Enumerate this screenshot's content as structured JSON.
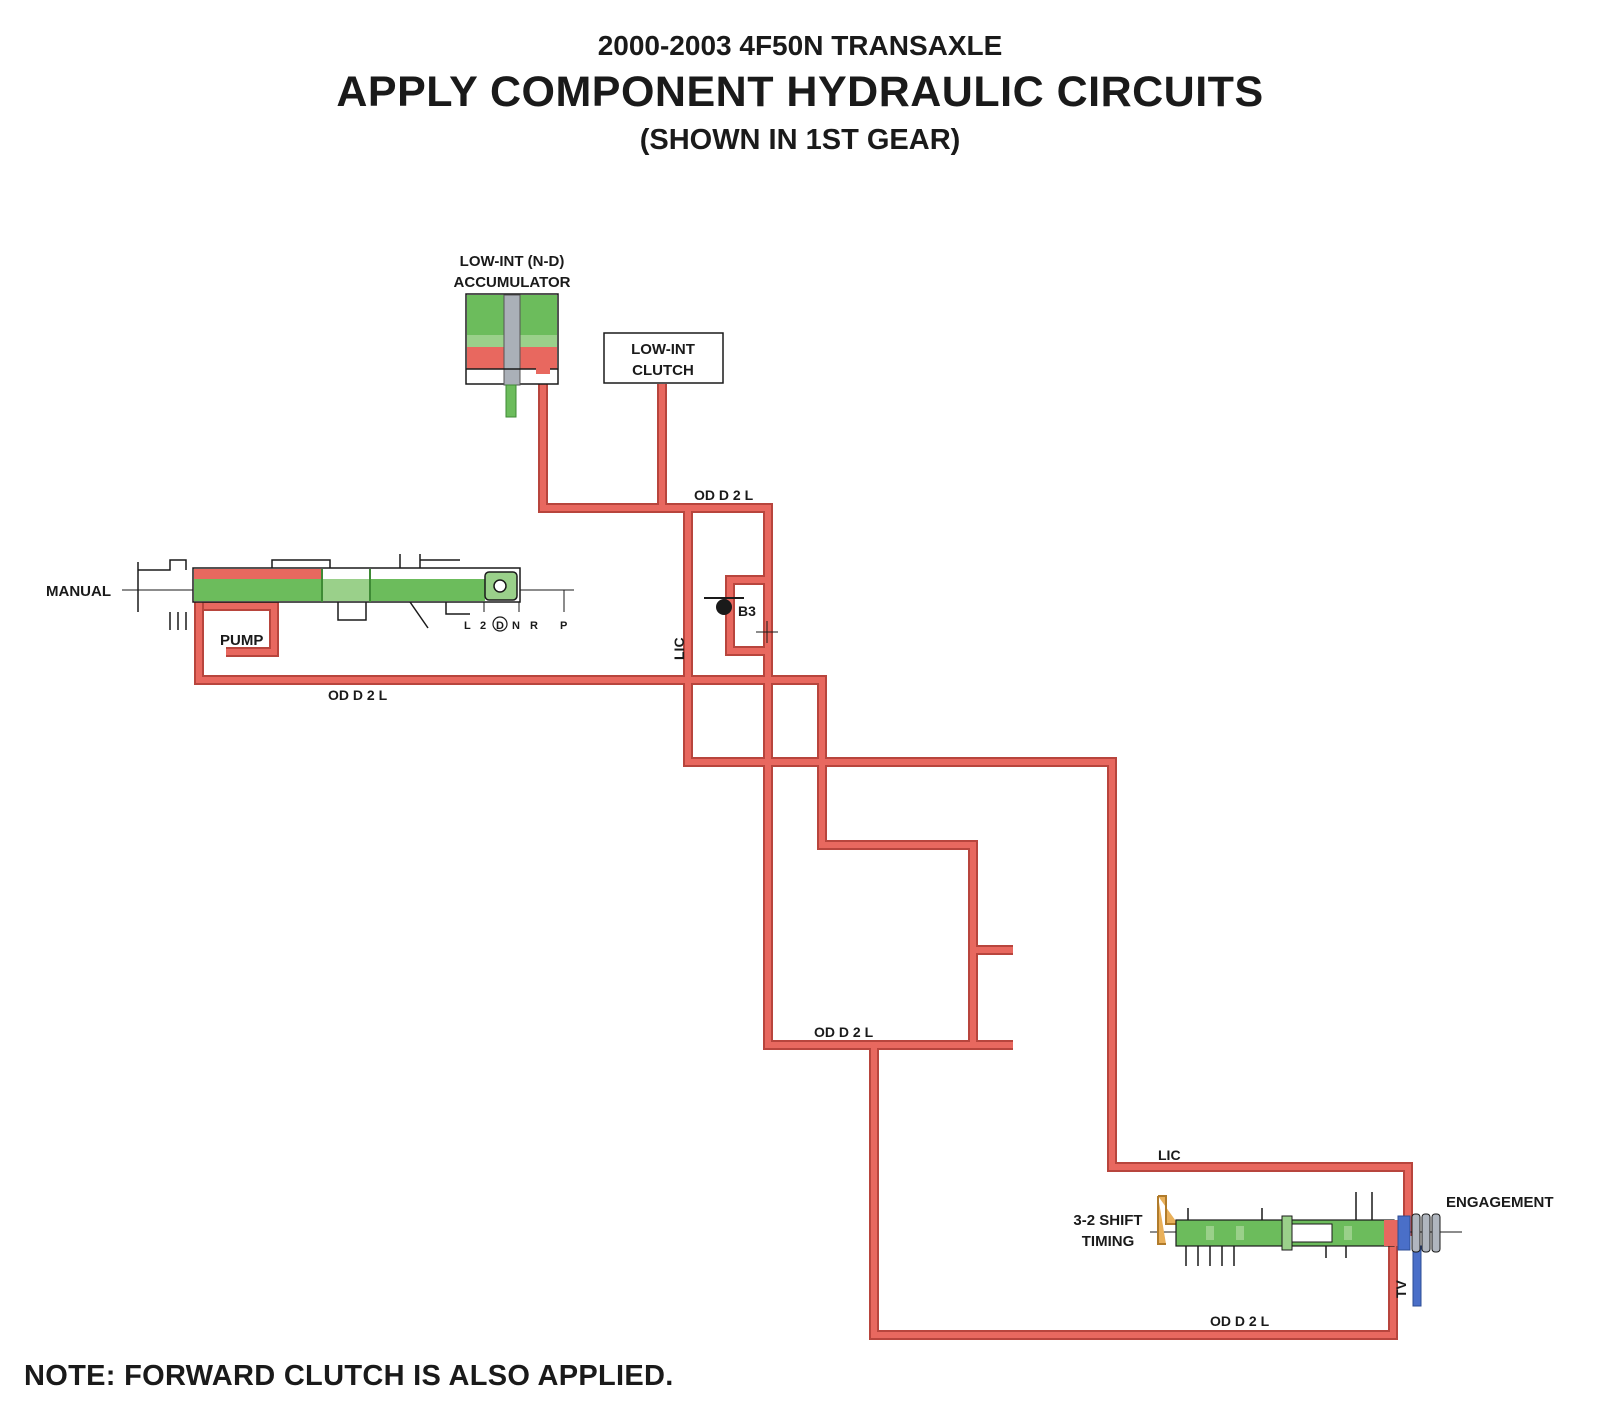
{
  "header": {
    "subtitle": "2000-2003 4F50N TRANSAXLE",
    "title": "APPLY COMPONENT HYDRAULIC CIRCUITS",
    "note": "(SHOWN IN 1ST GEAR)"
  },
  "components": {
    "accumulator_line1": "LOW-INT (N-D)",
    "accumulator_line2": "ACCUMULATOR",
    "clutch_line1": "LOW-INT",
    "clutch_line2": "CLUTCH",
    "manual": "MANUAL",
    "pump": "PUMP",
    "ball_check": "B3",
    "engagement": "ENGAGEMENT",
    "shift_timing_line1": "3-2 SHIFT",
    "shift_timing_line2": "TIMING",
    "tv": "TV"
  },
  "manual_positions": [
    "L",
    "2",
    "D",
    "N",
    "R",
    "P"
  ],
  "circuits": {
    "od_d2l_top": "OD D 2 L",
    "od_d2l_manual": "OD D 2 L",
    "od_d2l_mid": "OD D 2 L",
    "od_d2l_bottom": "OD D 2 L",
    "lic_vertical": "LIC",
    "lic_horizontal": "LIC"
  },
  "colors": {
    "apply_pressure": "#e8685f",
    "valve_body": "#6cbc5c",
    "tv_pressure": "#4a6fc8",
    "exhaust": "#e9b05a"
  },
  "footer": {
    "note": "NOTE: FORWARD CLUTCH IS ALSO APPLIED."
  }
}
